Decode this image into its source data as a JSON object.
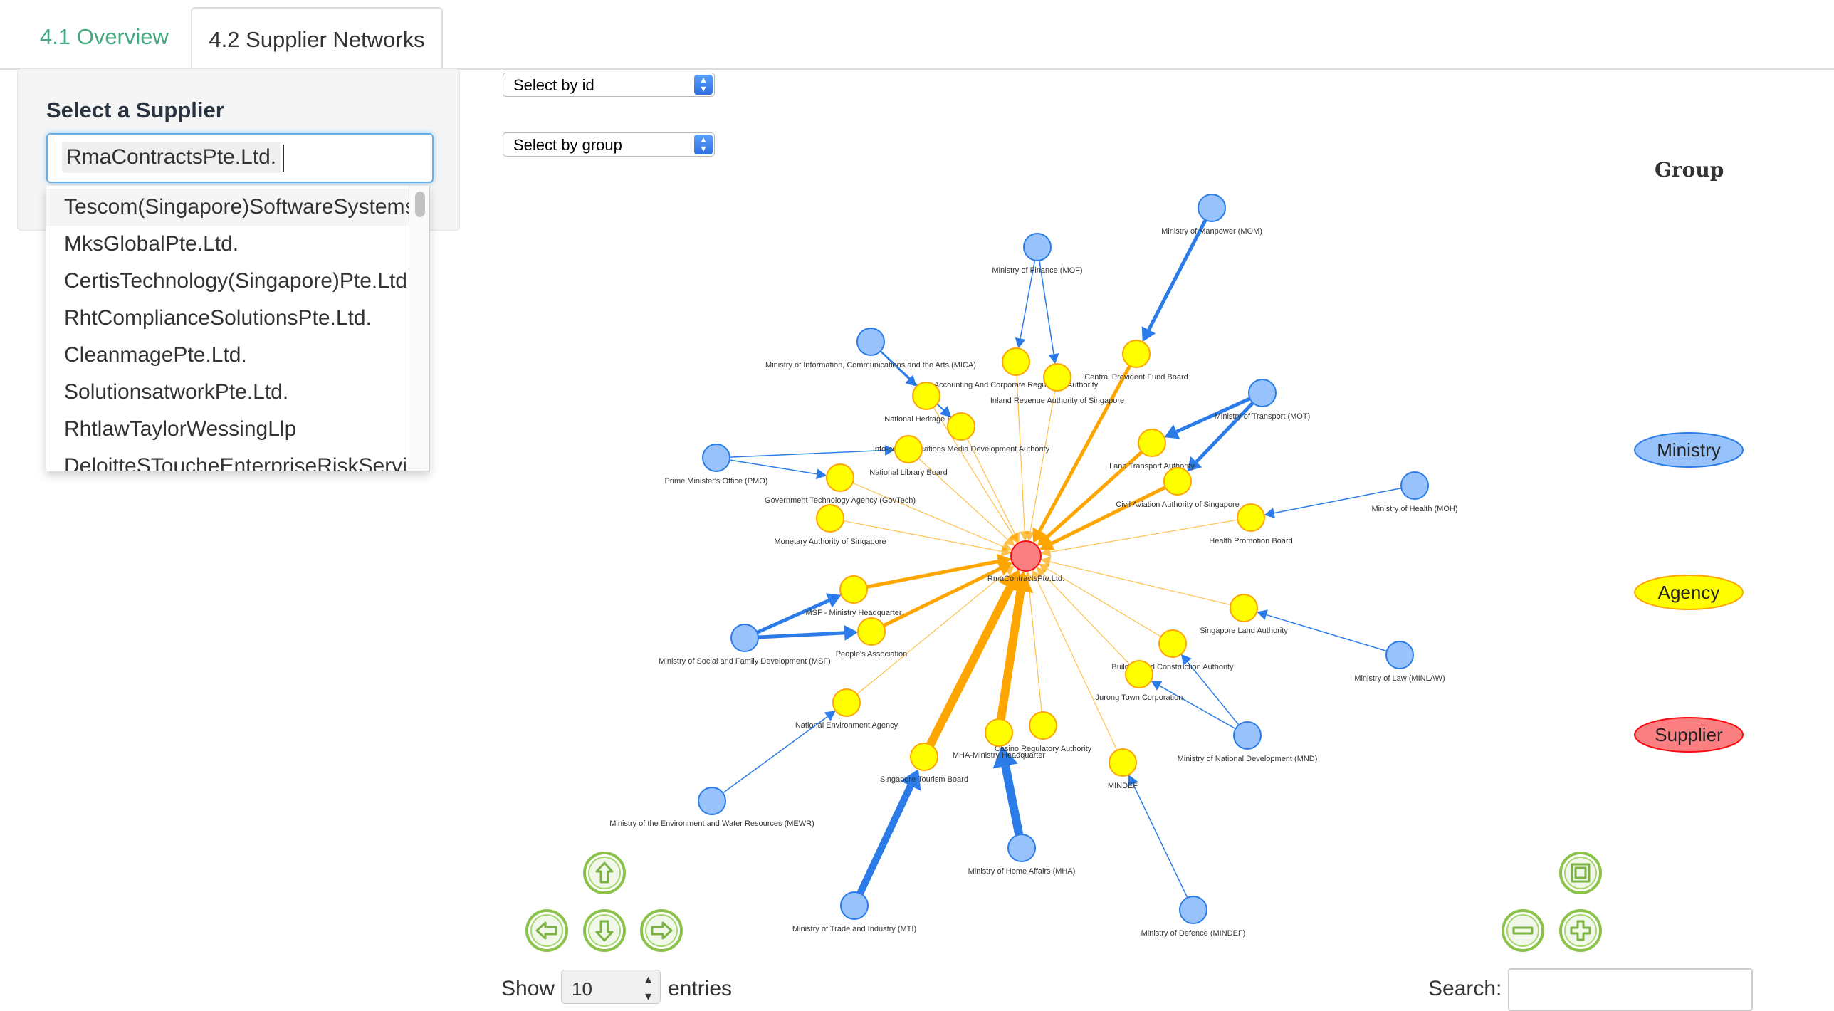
{
  "tabs": [
    {
      "label": "4.1 Overview",
      "active": false
    },
    {
      "label": "4.2 Supplier Networks",
      "active": true
    }
  ],
  "sidebar": {
    "title": "Select a Supplier",
    "selected": "RmaContractsPte.Ltd.",
    "options": [
      "Tescom(Singapore)SoftwareSystemsT",
      "MksGlobalPte.Ltd.",
      "CertisTechnology(Singapore)Pte.Ltd.",
      "RhtComplianceSolutionsPte.Ltd.",
      "CleanmagePte.Ltd.",
      "SolutionsatworkPte.Ltd.",
      "RhtlawTaylorWessingLlp",
      "DeloitteSToucheEnterpriseRiskServi"
    ]
  },
  "graph_controls": {
    "select_id": "Select by id",
    "select_group": "Select by group"
  },
  "legend": {
    "title": "Group",
    "items": [
      {
        "label": "Ministry",
        "color": "#97c2fc",
        "border": "#2b7ce9"
      },
      {
        "label": "Agency",
        "color": "#ffff00",
        "border": "#ffa500"
      },
      {
        "label": "Supplier",
        "color": "#fb7e81",
        "border": "#fa0a10"
      }
    ]
  },
  "network": {
    "center": "RmaContractsPte.Ltd.",
    "nodes": [
      {
        "id": "s",
        "label": "RmaContractsPte.Ltd.",
        "group": "Supplier"
      },
      {
        "id": "mom",
        "label": "Ministry of Manpower (MOM)",
        "group": "Ministry"
      },
      {
        "id": "mof",
        "label": "Ministry of Finance (MOF)",
        "group": "Ministry"
      },
      {
        "id": "mica",
        "label": "Ministry of Information, Communications and the Arts (MICA)",
        "group": "Ministry"
      },
      {
        "id": "mot",
        "label": "Ministry of Transport (MOT)",
        "group": "Ministry"
      },
      {
        "id": "pmo",
        "label": "Prime Minister's Office (PMO)",
        "group": "Ministry"
      },
      {
        "id": "moh",
        "label": "Ministry of Health (MOH)",
        "group": "Ministry"
      },
      {
        "id": "msf",
        "label": "Ministry of Social and Family Development (MSF)",
        "group": "Ministry"
      },
      {
        "id": "minlaw",
        "label": "Ministry of Law (MINLAW)",
        "group": "Ministry"
      },
      {
        "id": "mnd",
        "label": "Ministry of National Development (MND)",
        "group": "Ministry"
      },
      {
        "id": "mewr",
        "label": "Ministry of the Environment and Water Resources (MEWR)",
        "group": "Ministry"
      },
      {
        "id": "mha",
        "label": "Ministry of Home Affairs (MHA)",
        "group": "Ministry"
      },
      {
        "id": "mti",
        "label": "Ministry of Trade and Industry (MTI)",
        "group": "Ministry"
      },
      {
        "id": "mindef",
        "label": "Ministry of Defence (MINDEF)",
        "group": "Ministry"
      },
      {
        "id": "cpf",
        "label": "Central Provident Fund Board",
        "group": "Agency"
      },
      {
        "id": "acra",
        "label": "Accounting And Corporate Regulatory Authority",
        "group": "Agency"
      },
      {
        "id": "iras",
        "label": "Inland Revenue Authority of Singapore",
        "group": "Agency"
      },
      {
        "id": "nhb",
        "label": "National Heritage Board",
        "group": "Agency"
      },
      {
        "id": "imda",
        "label": "Info-communications Media Development Authority",
        "group": "Agency"
      },
      {
        "id": "nlb",
        "label": "National Library Board",
        "group": "Agency"
      },
      {
        "id": "lta",
        "label": "Land Transport Authority",
        "group": "Agency"
      },
      {
        "id": "caas",
        "label": "Civil Aviation Authority of Singapore",
        "group": "Agency"
      },
      {
        "id": "hpb",
        "label": "Health Promotion Board",
        "group": "Agency"
      },
      {
        "id": "govtech",
        "label": "Government Technology Agency (GovTech)",
        "group": "Agency"
      },
      {
        "id": "mas",
        "label": "Monetary Authority of Singapore",
        "group": "Agency"
      },
      {
        "id": "msfhq",
        "label": "MSF - Ministry Headquarter",
        "group": "Agency"
      },
      {
        "id": "pa",
        "label": "People's Association",
        "group": "Agency"
      },
      {
        "id": "sla",
        "label": "Singapore Land Authority",
        "group": "Agency"
      },
      {
        "id": "bca",
        "label": "Building and Construction Authority",
        "group": "Agency"
      },
      {
        "id": "jtc",
        "label": "Jurong Town Corporation",
        "group": "Agency"
      },
      {
        "id": "nea",
        "label": "National Environment Agency",
        "group": "Agency"
      },
      {
        "id": "cra",
        "label": "Casino Regulatory Authority",
        "group": "Agency"
      },
      {
        "id": "mhahq",
        "label": "MHA-Ministry Headquarter",
        "group": "Agency"
      },
      {
        "id": "stb",
        "label": "Singapore Tourism Board",
        "group": "Agency"
      },
      {
        "id": "mindefa",
        "label": "MINDEF",
        "group": "Agency"
      }
    ]
  },
  "table_controls": {
    "show": "Show",
    "page_length": "10",
    "entries": "entries",
    "search": "Search:"
  }
}
